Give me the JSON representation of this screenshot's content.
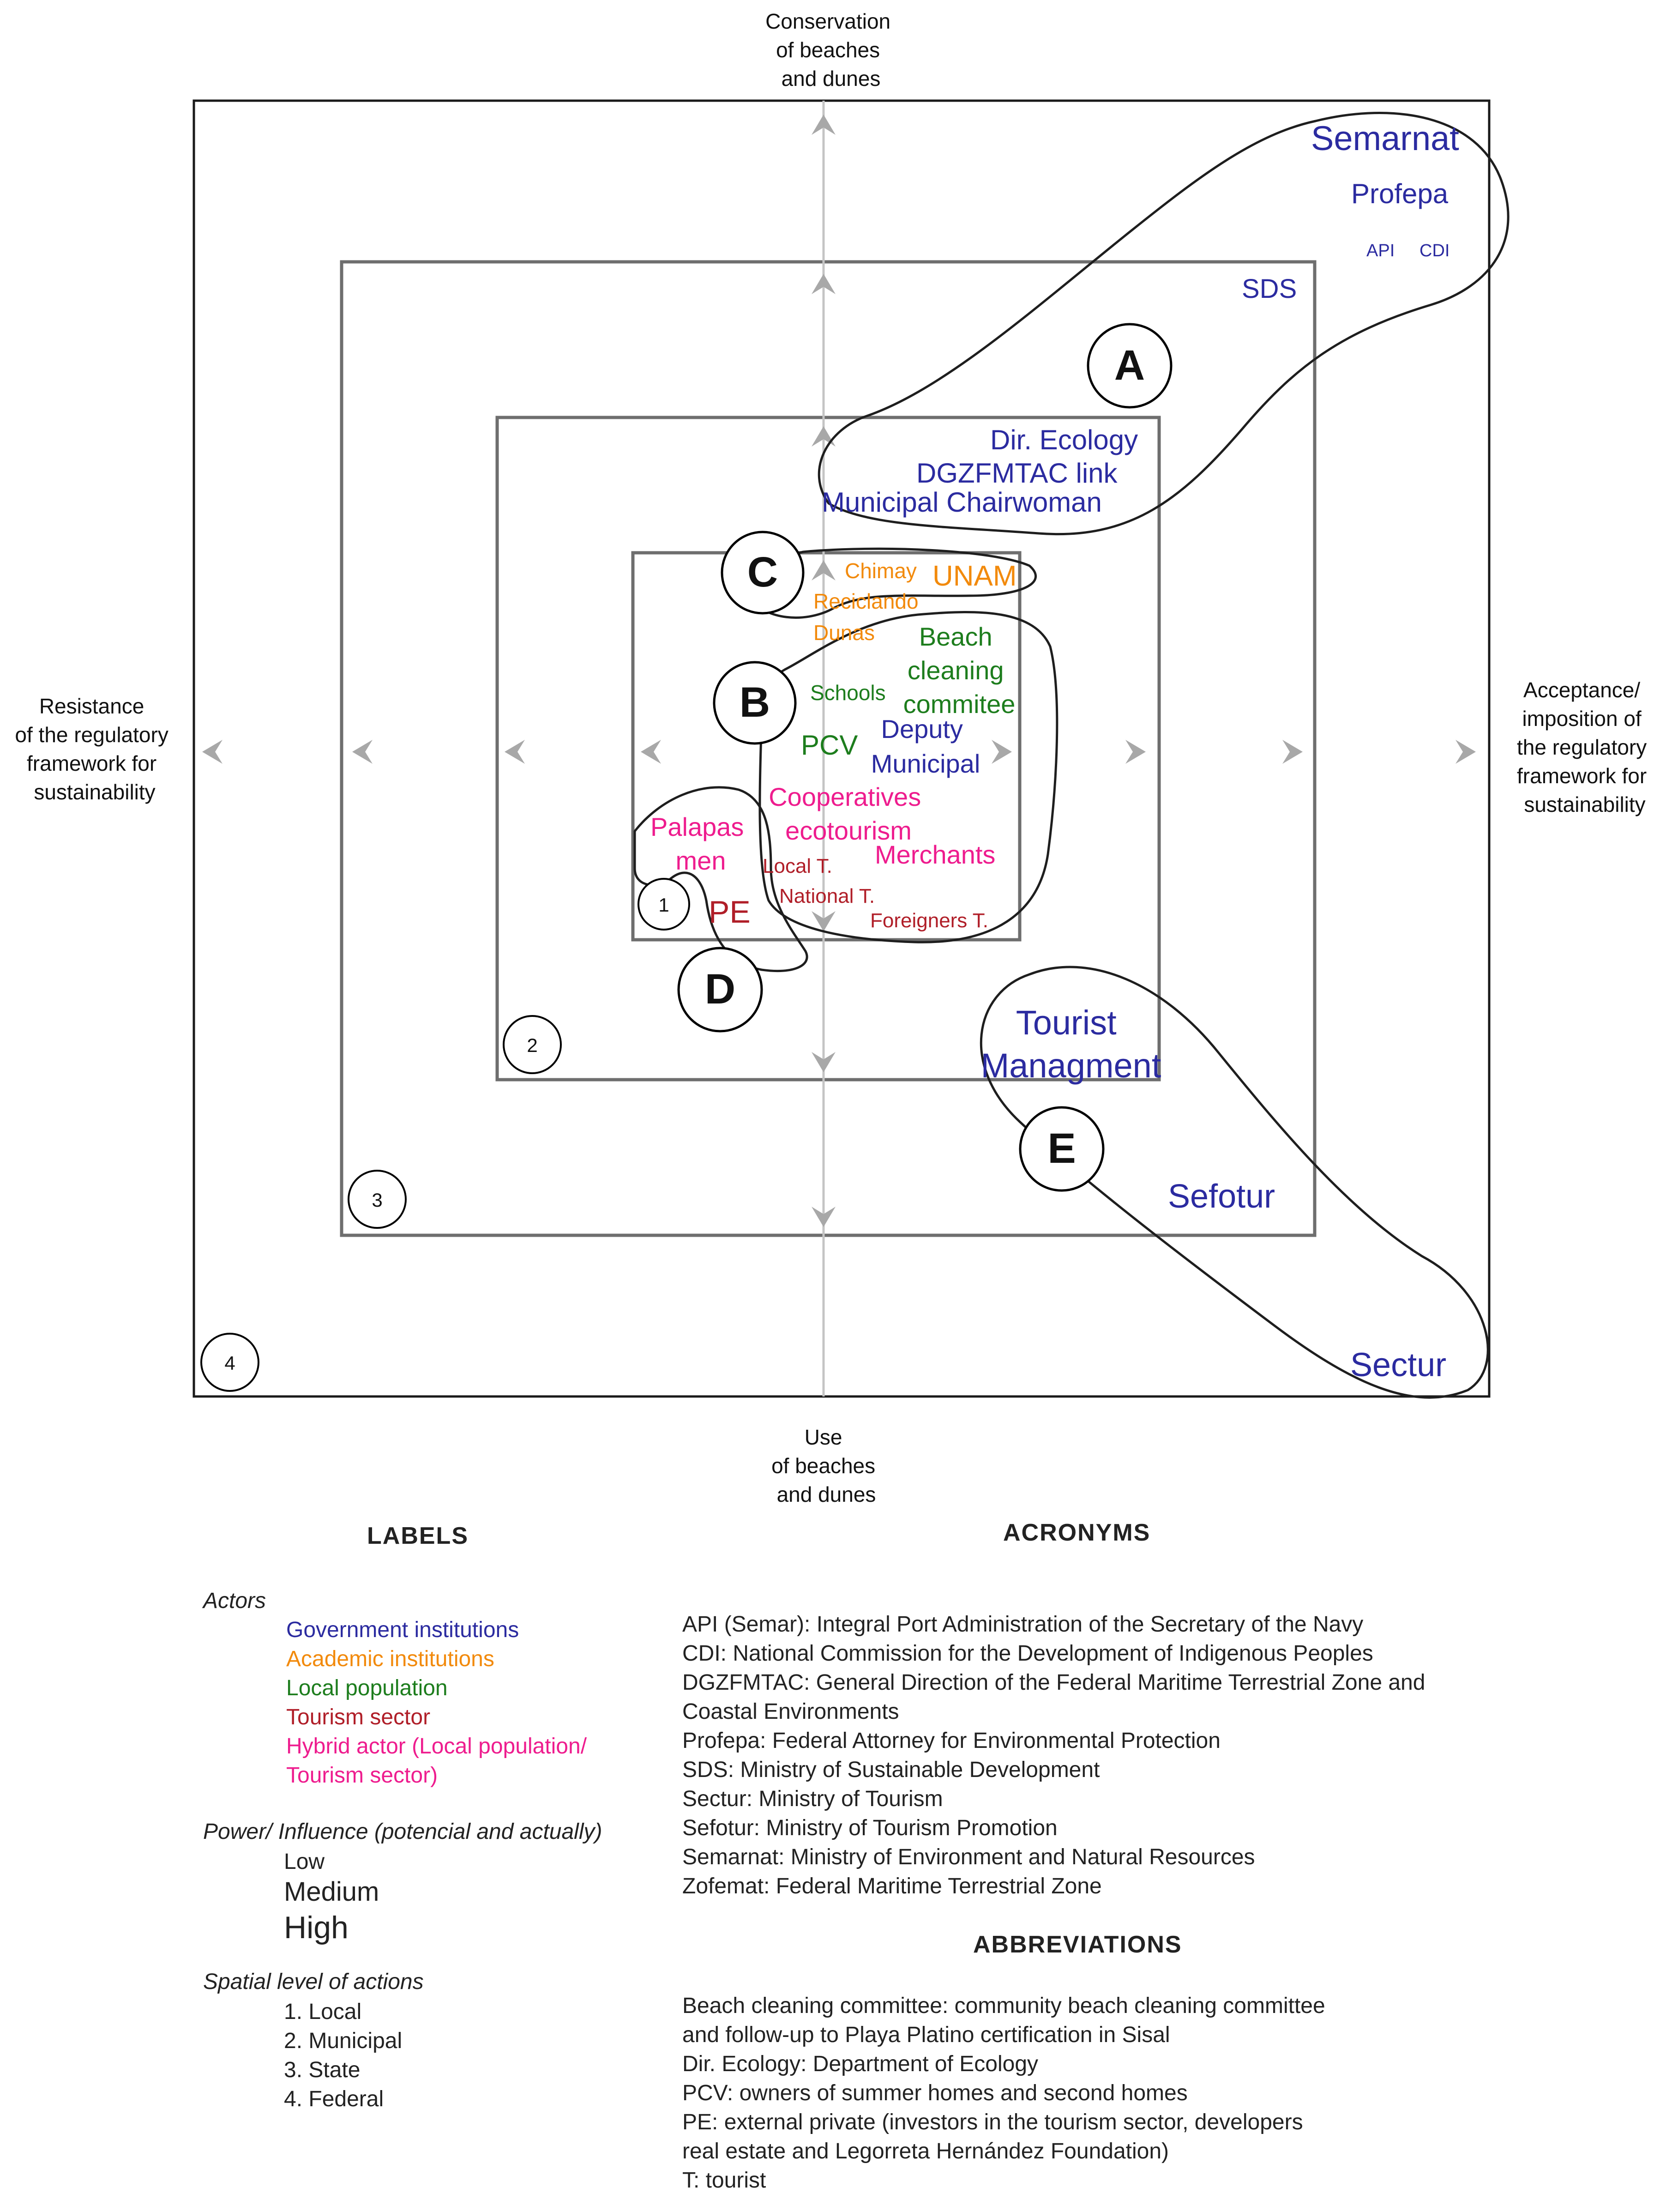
{
  "axes": {
    "top": [
      "Conservation",
      "of beaches",
      "and dunes"
    ],
    "bottom": [
      "Use",
      "of beaches",
      "and dunes"
    ],
    "left": [
      "Resistance",
      "of the regulatory",
      "framework for",
      "sustainability"
    ],
    "right": [
      "Acceptance/",
      "imposition of",
      "the regulatory",
      "framework for",
      "sustainability"
    ]
  },
  "levels": [
    "1",
    "2",
    "3",
    "4"
  ],
  "groups": [
    "A",
    "B",
    "C",
    "D",
    "E"
  ],
  "colors": {
    "government": "#2b2ba0",
    "academic": "#f28a0c",
    "local": "#1d7d1d",
    "tourism": "#b01e28",
    "hybrid": "#ee1c8e"
  },
  "actors": {
    "semarnat": "Semarnat",
    "profepa": "Profepa",
    "api": "API",
    "cdi": "CDI",
    "sds": "SDS",
    "dir_ecology": "Dir. Ecology",
    "dgzfmtac": "DGZFMTAC link",
    "municipal_chairwoman": "Municipal Chairwoman",
    "chimay": "Chimay",
    "unam": "UNAM",
    "reciclando": "Reciclando",
    "dunas": "Dunas",
    "beach_cleaning": [
      "Beach",
      "cleaning",
      "commitee"
    ],
    "schools": "Schools",
    "pcv": "PCV",
    "deputy": [
      "Deputy",
      "Municipal"
    ],
    "palapas": [
      "Palapas",
      "men"
    ],
    "cooperatives": [
      "Cooperatives",
      "ecotourism"
    ],
    "merchants": "Merchants",
    "local_t": "Local T.",
    "national_t": "National T.",
    "foreigners_t": "Foreigners T.",
    "pe": "PE",
    "tourist_management": [
      "Tourist",
      "Managment"
    ],
    "sefotur": "Sefotur",
    "sectur": "Sectur"
  },
  "labels": {
    "title": "LABELS",
    "actors_title": "Actors",
    "actor_types": [
      "Government institutions",
      "Academic institutions",
      "Local population",
      "Tourism sector",
      "Hybrid actor (Local population/",
      "Tourism sector)"
    ],
    "power_title": "Power/ Influence (potencial and actually)",
    "power_levels": [
      "Low",
      "Medium",
      "High"
    ],
    "spatial_title": "Spatial level of actions",
    "spatial_levels": [
      "1. Local",
      "2. Municipal",
      "3. State",
      "4. Federal"
    ]
  },
  "acronyms": {
    "title": "ACRONYMS",
    "items": [
      "API (Semar): Integral Port Administration of the Secretary of the Navy",
      "CDI: National Commission for the Development of Indigenous Peoples",
      "DGZFMTAC: General Direction of the Federal Maritime Terrestrial Zone and",
      "Coastal Environments",
      "Profepa: Federal Attorney for Environmental Protection",
      "SDS: Ministry of Sustainable Development",
      "Sectur: Ministry of Tourism",
      "Sefotur: Ministry of Tourism Promotion",
      "Semarnat: Ministry of Environment and Natural Resources",
      "Zofemat: Federal Maritime Terrestrial Zone"
    ]
  },
  "abbreviations": {
    "title": "ABBREVIATIONS",
    "items": [
      "Beach cleaning committee: community beach cleaning committee",
      "and follow-up to Playa Platino certification in Sisal",
      "Dir. Ecology: Department of Ecology",
      "PCV: owners of summer homes and second homes",
      "PE: external private (investors in the tourism sector, developers",
      "real estate and Legorreta Hernández Foundation)",
      "T: tourist"
    ]
  }
}
